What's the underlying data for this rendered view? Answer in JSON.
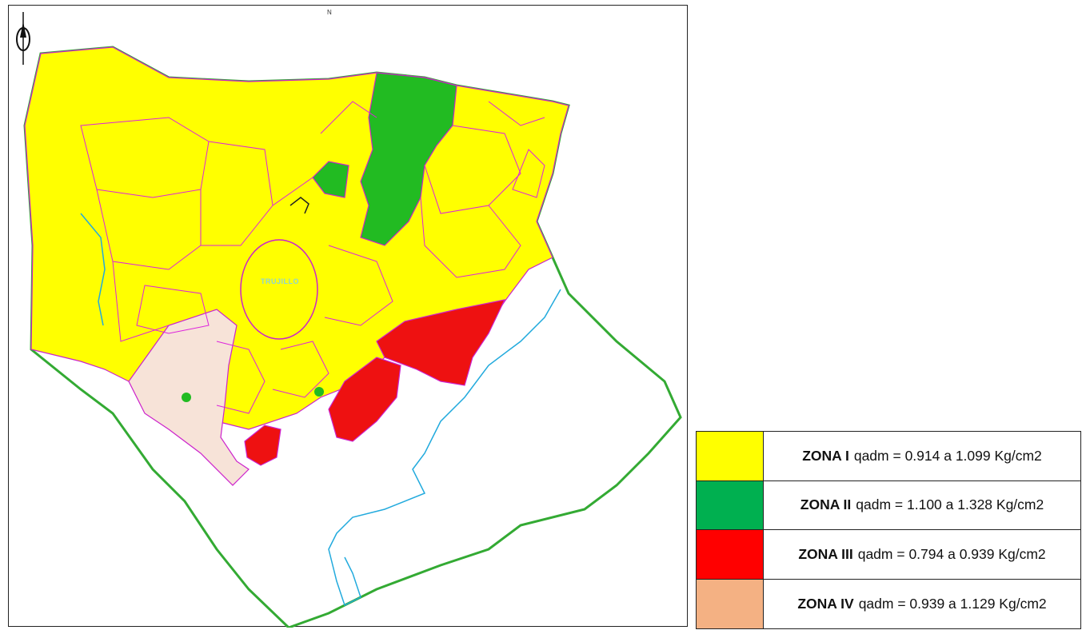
{
  "map": {
    "north_symbol": "N",
    "city_label": "TRUJILLO",
    "colors": {
      "zona_i": "#ffff00",
      "zona_ii": "#22bb22",
      "zona_iii": "#ee1111",
      "zona_iv": "#f7dfd0",
      "boundary": "#33aa33",
      "parcel_lines": "#dd22dd",
      "river": "#22aadd"
    }
  },
  "legend": {
    "items": [
      {
        "zone": "ZONA I",
        "range": "qadm = 0.914 a 1.099 Kg/cm2",
        "color": "#ffff00"
      },
      {
        "zone": "ZONA II",
        "range": "qadm = 1.100 a 1.328 Kg/cm2",
        "color": "#00b050"
      },
      {
        "zone": "ZONA III",
        "range": "qadm = 0.794 a 0.939 Kg/cm2",
        "color": "#ff0000"
      },
      {
        "zone": "ZONA IV",
        "range": "qadm = 0.939 a 1.129 Kg/cm2",
        "color": "#f4b183"
      }
    ]
  }
}
